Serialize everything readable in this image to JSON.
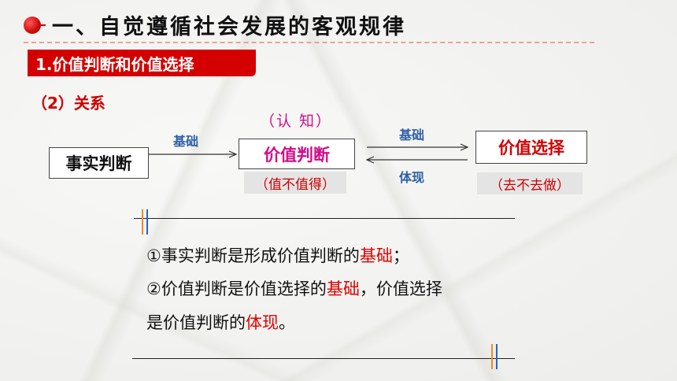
{
  "header": {
    "title": "一、自觉遵循社会发展的客观规律",
    "section": "1.价值判断和价值选择",
    "subsection": "（2）关系"
  },
  "diagram": {
    "fact_judgment": "事实判断",
    "value_judgment": "价值判断",
    "value_choice": "价值选择",
    "arrow_basis_1": "基础",
    "arrow_basis_2": "基础",
    "arrow_embody": "体现",
    "tag_cognition": "（认 知）",
    "tag_value_judgment": "（值不值得）",
    "tag_value_choice": "（去不去做）"
  },
  "content": {
    "line1": {
      "pre": "①事实判断是形成价值判断的",
      "highlight": "基础",
      "post": "；"
    },
    "line2": {
      "pre": "②价值判断是价值选择的",
      "highlight": "基础",
      "post": "，价值选择"
    },
    "line3": {
      "pre": "是价值判断的",
      "highlight": "体现",
      "post": "。"
    }
  },
  "colors": {
    "accent_red": "#d40000",
    "magenta": "#d10d8a",
    "arrow_label_blue": "#2e5fa6",
    "highlight_red": "#e00000"
  }
}
